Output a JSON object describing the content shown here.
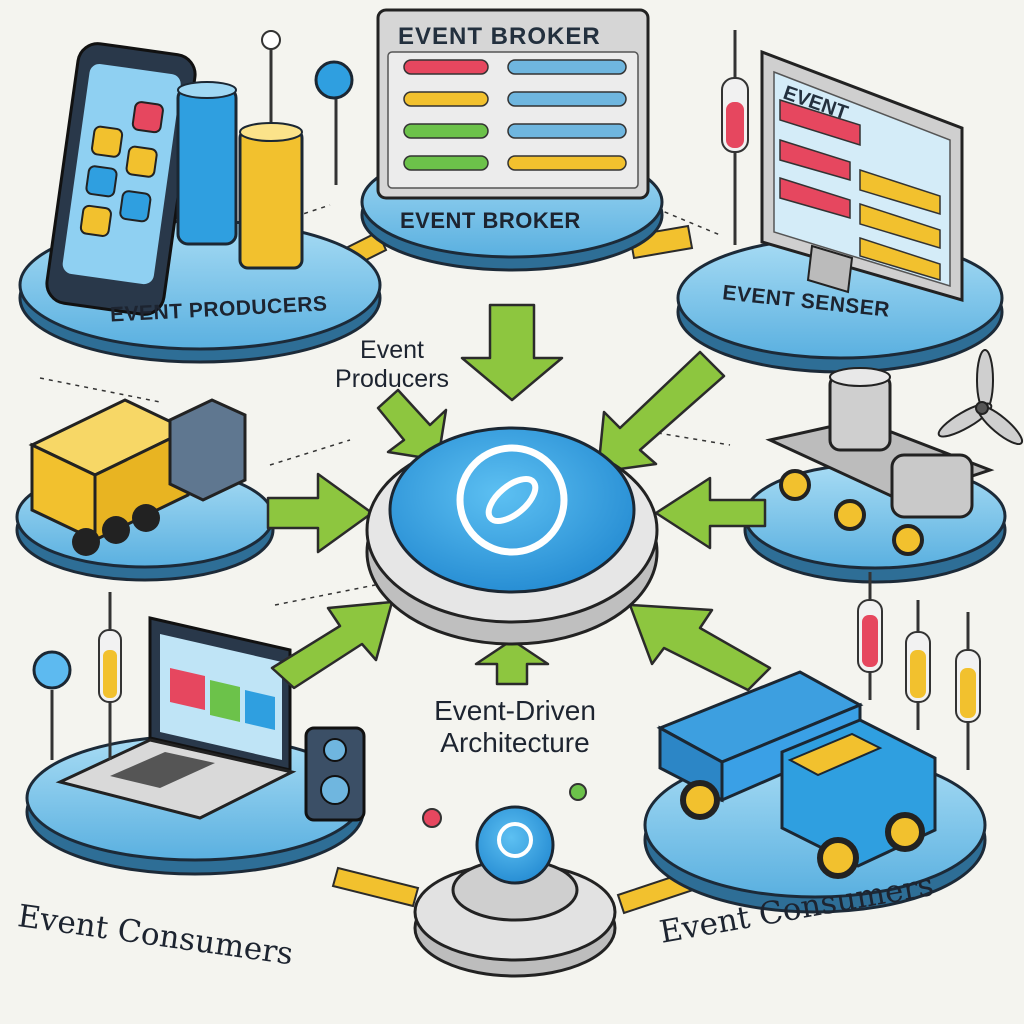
{
  "title": {
    "line1": "Event-Driven",
    "line2": "Architecture"
  },
  "nodes": {
    "producers_platform": {
      "label": "EVENT PRODUCERS"
    },
    "broker_platform": {
      "label": "EVENT BROKER",
      "screen_title": "EVENT BROKER"
    },
    "sensor_platform": {
      "label": "EVENT SENSER",
      "screen_title": "EVENT"
    },
    "center_hub": {
      "label_line1": "Event",
      "label_line2": "Producers"
    },
    "consumers_left": {
      "label": "Event Consumers"
    },
    "consumers_right": {
      "label": "Event Consumers"
    }
  },
  "colors": {
    "platform": "#7cc4ea",
    "platform_edge": "#2b4a66",
    "arrow": "#8dc63f",
    "link": "#f2c12e",
    "hub": "#2f9fe0",
    "ink": "#1d2430"
  }
}
